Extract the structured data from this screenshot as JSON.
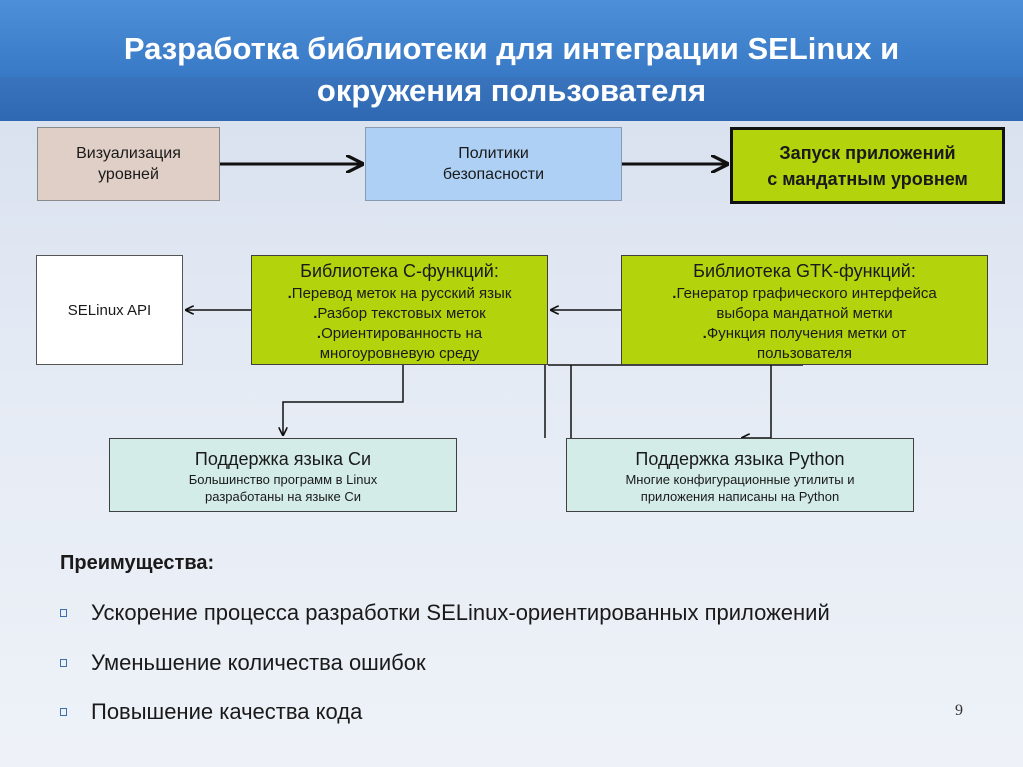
{
  "slide": {
    "title_line1": "Разработка библиотеки для интеграции SELinux и",
    "title_line2": "окружения пользователя",
    "page_number": "9"
  },
  "top_row": {
    "visualization": {
      "line1": "Визуализация",
      "line2": "уровней"
    },
    "policies": {
      "line1": "Политики",
      "line2": "безопасности"
    },
    "launch": {
      "line1": "Запуск приложений",
      "line2": "с мандатным уровнем"
    }
  },
  "selinux_api": {
    "label": "SELinux API"
  },
  "c_library": {
    "title": "Библиотека С-функций:",
    "items": [
      "Перевод меток на русский язык",
      "Разбор текстовых меток",
      "Ориентированность на"
    ],
    "item3_cont": "многоуровневую среду"
  },
  "gtk_library": {
    "title": "Библиотека GTK-функций:",
    "item1": "Генератор графического интерфейса",
    "item1_cont": "выбора мандатной метки",
    "item2": "Функция получения метки от",
    "item2_cont": "пользователя"
  },
  "c_support": {
    "title": "Поддержка языка Си",
    "line1": "Большинство программ в Linux",
    "line2": "разработаны на языке Си"
  },
  "python_support": {
    "title": "Поддержка языка Python",
    "line1": "Многие конфигурационные утилиты и",
    "line2": "приложения написаны на Python"
  },
  "advantages": {
    "title": "Преимущества:",
    "items": [
      "Ускорение процесса разработки SELinux-ориентированных приложений",
      "Уменьшение количества ошибок",
      "Повышение качества кода"
    ]
  },
  "colors": {
    "header_blue": "#3b7cc8",
    "lime": "#b3d30c",
    "light_blue": "#add0f4",
    "tan": "#dfcfc6",
    "mint": "#d3ece7"
  }
}
